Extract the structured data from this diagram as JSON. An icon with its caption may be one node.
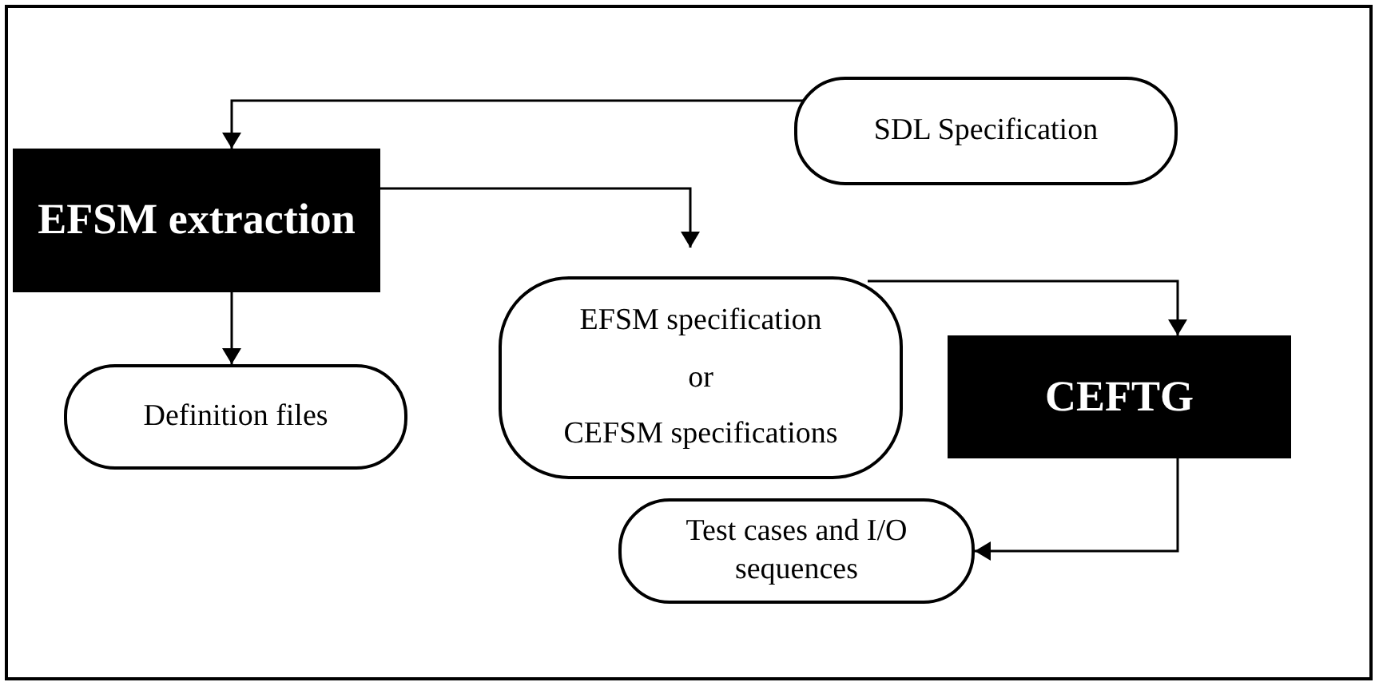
{
  "diagram": {
    "nodes": [
      {
        "text": [
          "SDL Specification"
        ]
      },
      {
        "text": [
          "EFSM extraction"
        ]
      },
      {
        "text": [
          "Definition files"
        ]
      },
      {
        "text": [
          "EFSM specification",
          "or",
          "CEFSM specifications"
        ]
      },
      {
        "text": [
          "CEFTG"
        ]
      },
      {
        "text": [
          "Test cases and I/O sequences"
        ]
      }
    ],
    "edges": [
      {
        "from": 0,
        "to": 1,
        "arrow": "to"
      },
      {
        "from": 1,
        "to": 2,
        "arrow": "to"
      },
      {
        "from": 1,
        "to": 3,
        "arrow": "to"
      },
      {
        "from": 3,
        "to": 4,
        "arrow": "to"
      },
      {
        "from": 4,
        "to": 5,
        "arrow": "to"
      }
    ]
  }
}
